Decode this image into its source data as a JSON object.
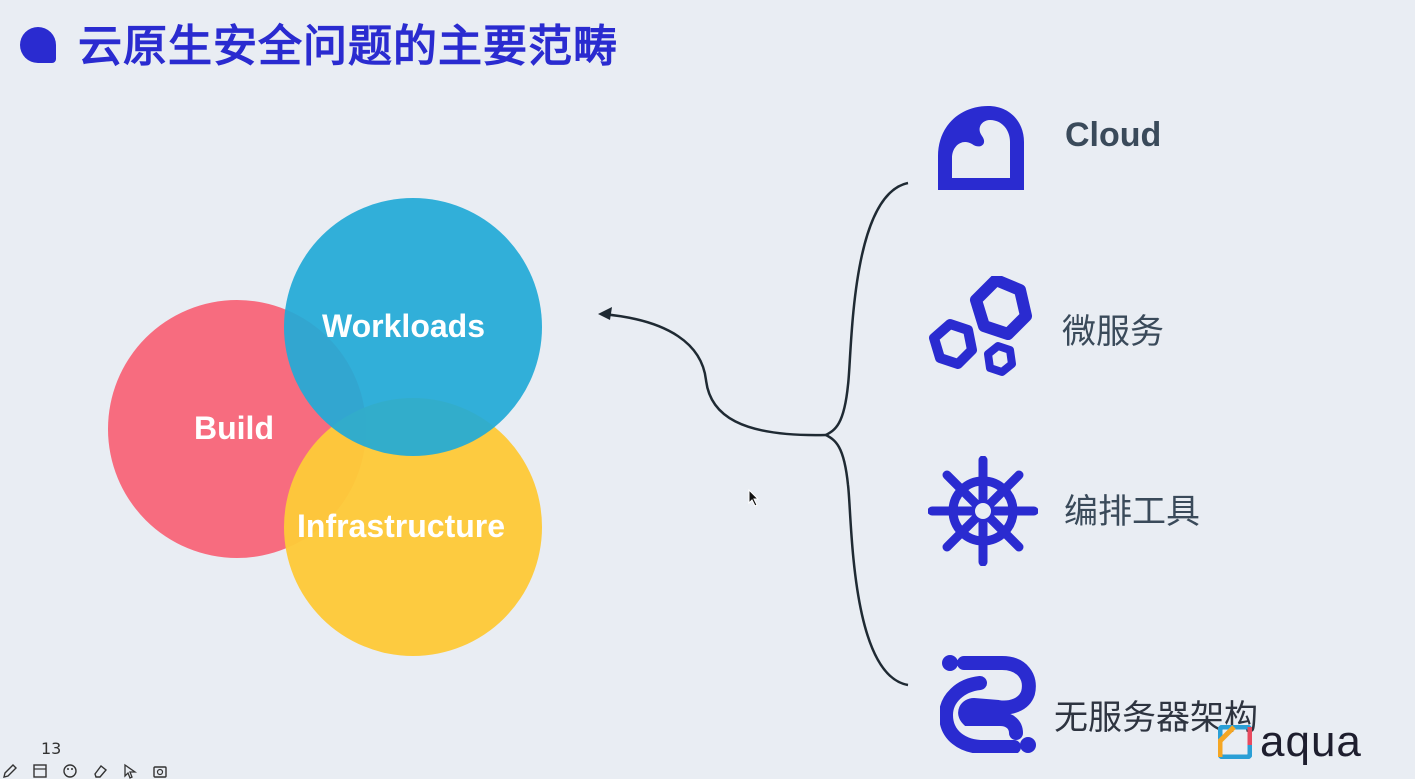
{
  "slide": {
    "title": "云原生安全问题的主要范畴",
    "page_number": "13"
  },
  "venn": {
    "build": "Build",
    "workloads": "Workloads",
    "infrastructure": "Infrastructure"
  },
  "items": {
    "cloud": "Cloud",
    "microservices": "微服务",
    "orchestration": "编排工具",
    "serverless": "无服务器架构"
  },
  "brand": {
    "logo_text": "aqua"
  },
  "colors": {
    "accent": "#2a2bd0",
    "build": "#f76c7f",
    "workloads": "#22aad6",
    "infrastructure": "#fdc93a"
  },
  "toolbar": [
    "pencil-icon",
    "slides-icon",
    "palette-icon",
    "eraser-icon",
    "pointer-icon",
    "camera-icon"
  ]
}
